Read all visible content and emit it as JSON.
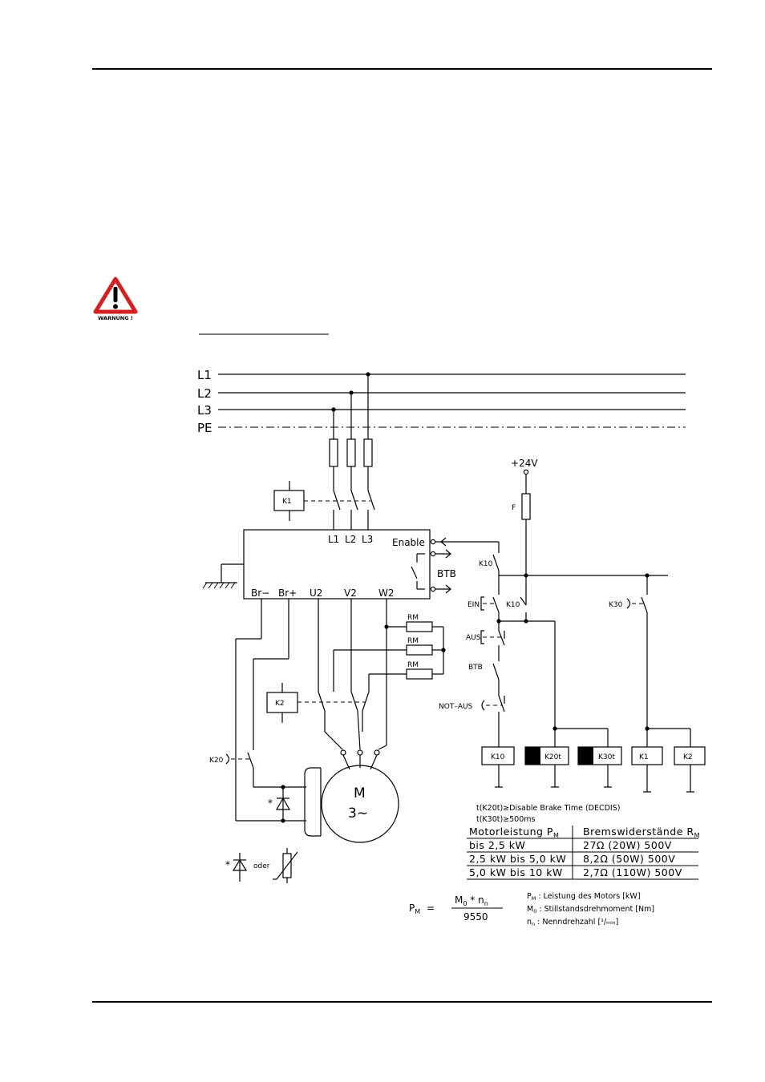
{
  "warning": {
    "label": "WARNUNG !"
  },
  "bus": {
    "l1": "L1",
    "l2": "L2",
    "l3": "L3",
    "pe": "PE"
  },
  "supply": {
    "voltage": "+24V",
    "fuse": "F"
  },
  "drive": {
    "inputs": {
      "l1": "L1",
      "l2": "L2",
      "l3": "L3"
    },
    "enable": "Enable",
    "btb": "BTB",
    "outputs": {
      "br_minus": "Br−",
      "br_plus": "Br+",
      "u2": "U2",
      "v2": "V2",
      "w2": "W2"
    }
  },
  "contactors": {
    "k1": "K1",
    "k2": "K2",
    "k10": "K10",
    "k20t": "K20t",
    "k30t": "K30t",
    "k10_contact": "K10",
    "k10_contact2": "K10",
    "k30_contact": "K30",
    "k20_contact": "K20"
  },
  "switches": {
    "ein": "EIN",
    "aus": "AUS",
    "btb": "BTB",
    "not_aus": "NOT–AUS"
  },
  "resistors": [
    "RM",
    "RM",
    "RM"
  ],
  "motor": {
    "line1": "M",
    "line2": "3~"
  },
  "diode": {
    "asterisk": "*",
    "alt_asterisk": "*",
    "oder": "oder"
  },
  "notes": {
    "k20t": "t(K20t)≥Disable Brake Time (DECDIS)",
    "k30t": "t(K30t)≥500ms"
  },
  "table": {
    "headers": [
      "Motorleistung P",
      "Bremswiderstände R"
    ],
    "header_subs": [
      "M",
      "M"
    ],
    "rows": [
      [
        "bis 2,5 kW",
        "27Ω (20W) 500V"
      ],
      [
        "2,5 kW bis 5,0 kW",
        "8,2Ω (50W) 500V"
      ],
      [
        "5,0 kW bis 10 kW",
        "2,7Ω (110W) 500V"
      ]
    ]
  },
  "formula": {
    "lhs": "P",
    "lhs_sub": "M",
    "equals": "=",
    "numerator": "M",
    "numerator_sub": "0",
    "numerator_rest": " * n",
    "numerator_sub2": "n",
    "denominator": "9550"
  },
  "legend": [
    {
      "sym": "P",
      "sub": "M",
      "text": " : Leistung des Motors [kW]"
    },
    {
      "sym": "M",
      "sub": "0",
      "text": " : Stillstandsdrehmoment [Nm]"
    },
    {
      "sym": "n",
      "sub": "n",
      "text": " : Nenndrehzahl [¹/ₘᵢₙ]"
    }
  ]
}
